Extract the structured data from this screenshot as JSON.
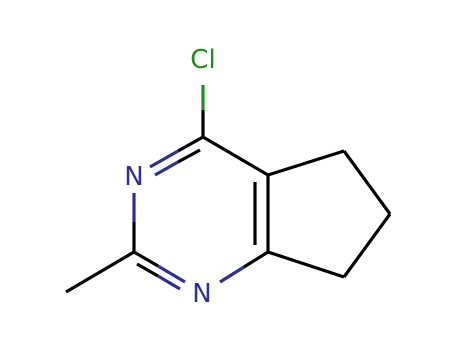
{
  "molecule": {
    "atoms": {
      "chlorine": "Cl",
      "nitrogen_upper": "N",
      "nitrogen_lower": "N"
    },
    "colors": {
      "chlorine": "#1a8f1a",
      "nitrogen": "#2f2f9a",
      "carbon_bond": "#000000",
      "background": "#ffffff"
    }
  }
}
